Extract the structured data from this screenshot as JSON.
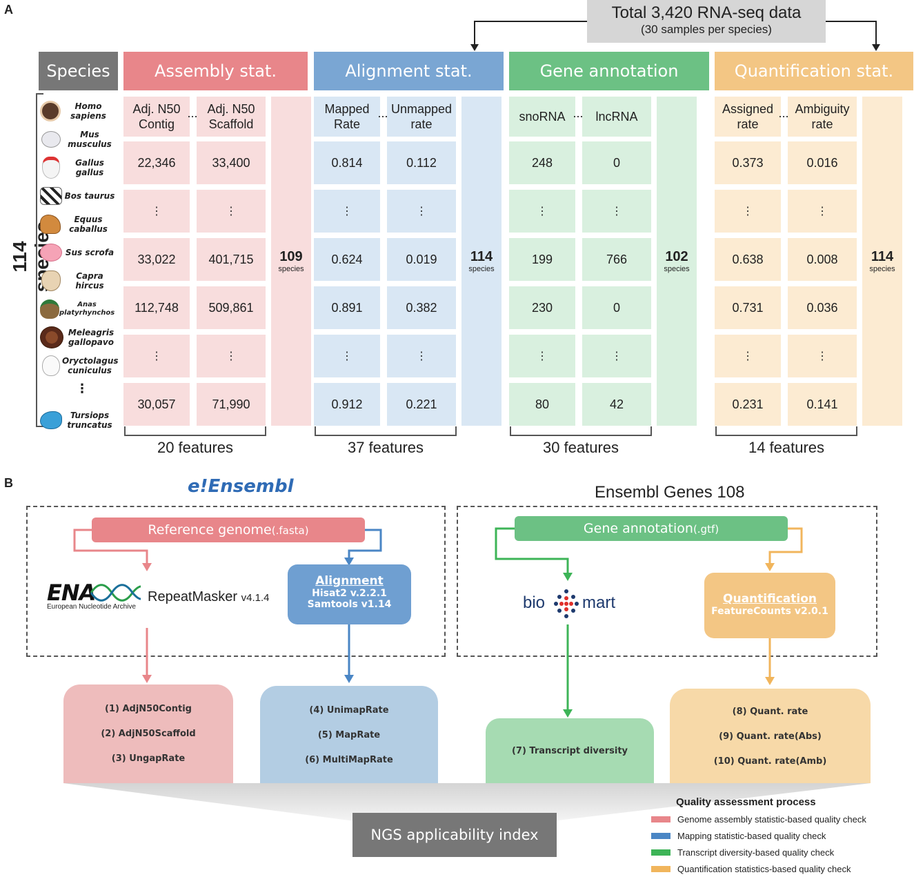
{
  "panel_a": {
    "letter": "A",
    "total_title": "Total 3,420 RNA-seq data",
    "total_sub": "(30 samples per species)",
    "species_header": "Species",
    "side_label": "114 species",
    "species": [
      {
        "name": "Homo sapiens",
        "icon": "human-icon"
      },
      {
        "name": "Mus musculus",
        "icon": "mouse-icon"
      },
      {
        "name": "Gallus gallus",
        "icon": "chicken-icon"
      },
      {
        "name": "Bos taurus",
        "icon": "cow-icon"
      },
      {
        "name": "Equus caballus",
        "icon": "horse-icon"
      },
      {
        "name": "Sus scrofa",
        "icon": "pig-icon"
      },
      {
        "name": "Capra hircus",
        "icon": "goat-icon"
      },
      {
        "name": "Anas platyrhynchos",
        "icon": "duck-icon"
      },
      {
        "name": "Meleagris gallopavo",
        "icon": "turkey-icon"
      },
      {
        "name": "Oryctolagus cuniculus",
        "icon": "rabbit-icon"
      },
      {
        "name": "⋮",
        "icon": ""
      },
      {
        "name": "Tursiops truncatus",
        "icon": "dolphin-icon"
      }
    ],
    "groups": [
      {
        "title": "Assembly stat.",
        "color": "#e8868a",
        "light": "#f8dddd",
        "col1_head": "Adj. N50\nContig",
        "col2_head": "Adj. N50\nScaffold",
        "rows": [
          [
            "22,346",
            "33,400"
          ],
          [
            "⋮",
            "⋮"
          ],
          [
            "33,022",
            "401,715"
          ],
          [
            "112,748",
            "509,861"
          ],
          [
            "⋮",
            "⋮"
          ],
          [
            "30,057",
            "71,990"
          ]
        ],
        "count": "109",
        "count_unit": "species",
        "features": "20 features"
      },
      {
        "title": "Alignment stat.",
        "color": "#7aa6d3",
        "light": "#d9e7f4",
        "col1_head": "Mapped\nRate",
        "col2_head": "Unmapped\nrate",
        "rows": [
          [
            "0.814",
            "0.112"
          ],
          [
            "⋮",
            "⋮"
          ],
          [
            "0.624",
            "0.019"
          ],
          [
            "0.891",
            "0.382"
          ],
          [
            "⋮",
            "⋮"
          ],
          [
            "0.912",
            "0.221"
          ]
        ],
        "count": "114",
        "count_unit": "species",
        "features": "37 features"
      },
      {
        "title": "Gene annotation",
        "color": "#6cc184",
        "light": "#d9f0df",
        "col1_head": "snoRNA",
        "col2_head": "lncRNA",
        "rows": [
          [
            "248",
            "0"
          ],
          [
            "⋮",
            "⋮"
          ],
          [
            "199",
            "766"
          ],
          [
            "230",
            "0"
          ],
          [
            "⋮",
            "⋮"
          ],
          [
            "80",
            "42"
          ]
        ],
        "count": "102",
        "count_unit": "species",
        "features": "30 features"
      },
      {
        "title": "Quantification stat.",
        "color": "#f3c684",
        "light": "#fcebd2",
        "col1_head": "Assigned\nrate",
        "col2_head": "Ambiguity\nrate",
        "rows": [
          [
            "0.373",
            "0.016"
          ],
          [
            "⋮",
            "⋮"
          ],
          [
            "0.638",
            "0.008"
          ],
          [
            "0.731",
            "0.036"
          ],
          [
            "⋮",
            "⋮"
          ],
          [
            "0.231",
            "0.141"
          ]
        ],
        "count": "114",
        "count_unit": "species",
        "features": "14 features"
      }
    ],
    "ellipsis": "..."
  },
  "panel_b": {
    "letter": "B",
    "ensembl_logo": "e!Ensembl",
    "ensembl_genes": "Ensembl Genes 108",
    "reference_genome": "Reference genome",
    "reference_ext": "(.fasta)",
    "gene_annotation": "Gene annotation",
    "gene_ext": "(.gtf)",
    "ena_logo": "ENA",
    "ena_sub": "European Nucleotide Archive",
    "repeatmasker": "RepeatMasker",
    "repeatmasker_ver": "v4.1.4",
    "alignment_title": "Alignment",
    "alignment_lines": [
      "Hisat2 v.2.2.1",
      "Samtools v1.14"
    ],
    "biomart_left": "bio",
    "biomart_right": "mart",
    "quant_title": "Quantification",
    "quant_line": "FeatureCounts v2.0.1",
    "results": [
      {
        "items": [
          "(1) AdjN50Contig",
          "(2) AdjN50Scaffold",
          "(3) UngapRate"
        ],
        "color": "#eebcbc"
      },
      {
        "items": [
          "(4) UnimapRate",
          "(5) MapRate",
          "(6) MultiMapRate"
        ],
        "color": "#b3cde3"
      },
      {
        "items": [
          "(7) Transcript diversity"
        ],
        "color": "#a6dbb2"
      },
      {
        "items": [
          "(8) Quant. rate",
          "(9) Quant. rate(Abs)",
          "(10) Quant. rate(Amb)"
        ],
        "color": "#f7d9a8"
      }
    ],
    "index_label": "NGS applicability index",
    "legend_title": "Quality assessment process",
    "legend": [
      {
        "label": "Genome assembly statistic-based quality check",
        "color": "#e8868a"
      },
      {
        "label": "Mapping statistic-based quality check",
        "color": "#4a86c5"
      },
      {
        "label": "Transcript diversity-based quality check",
        "color": "#3db457"
      },
      {
        "label": "Quantification statistics-based quality check",
        "color": "#f1b55c"
      }
    ]
  }
}
